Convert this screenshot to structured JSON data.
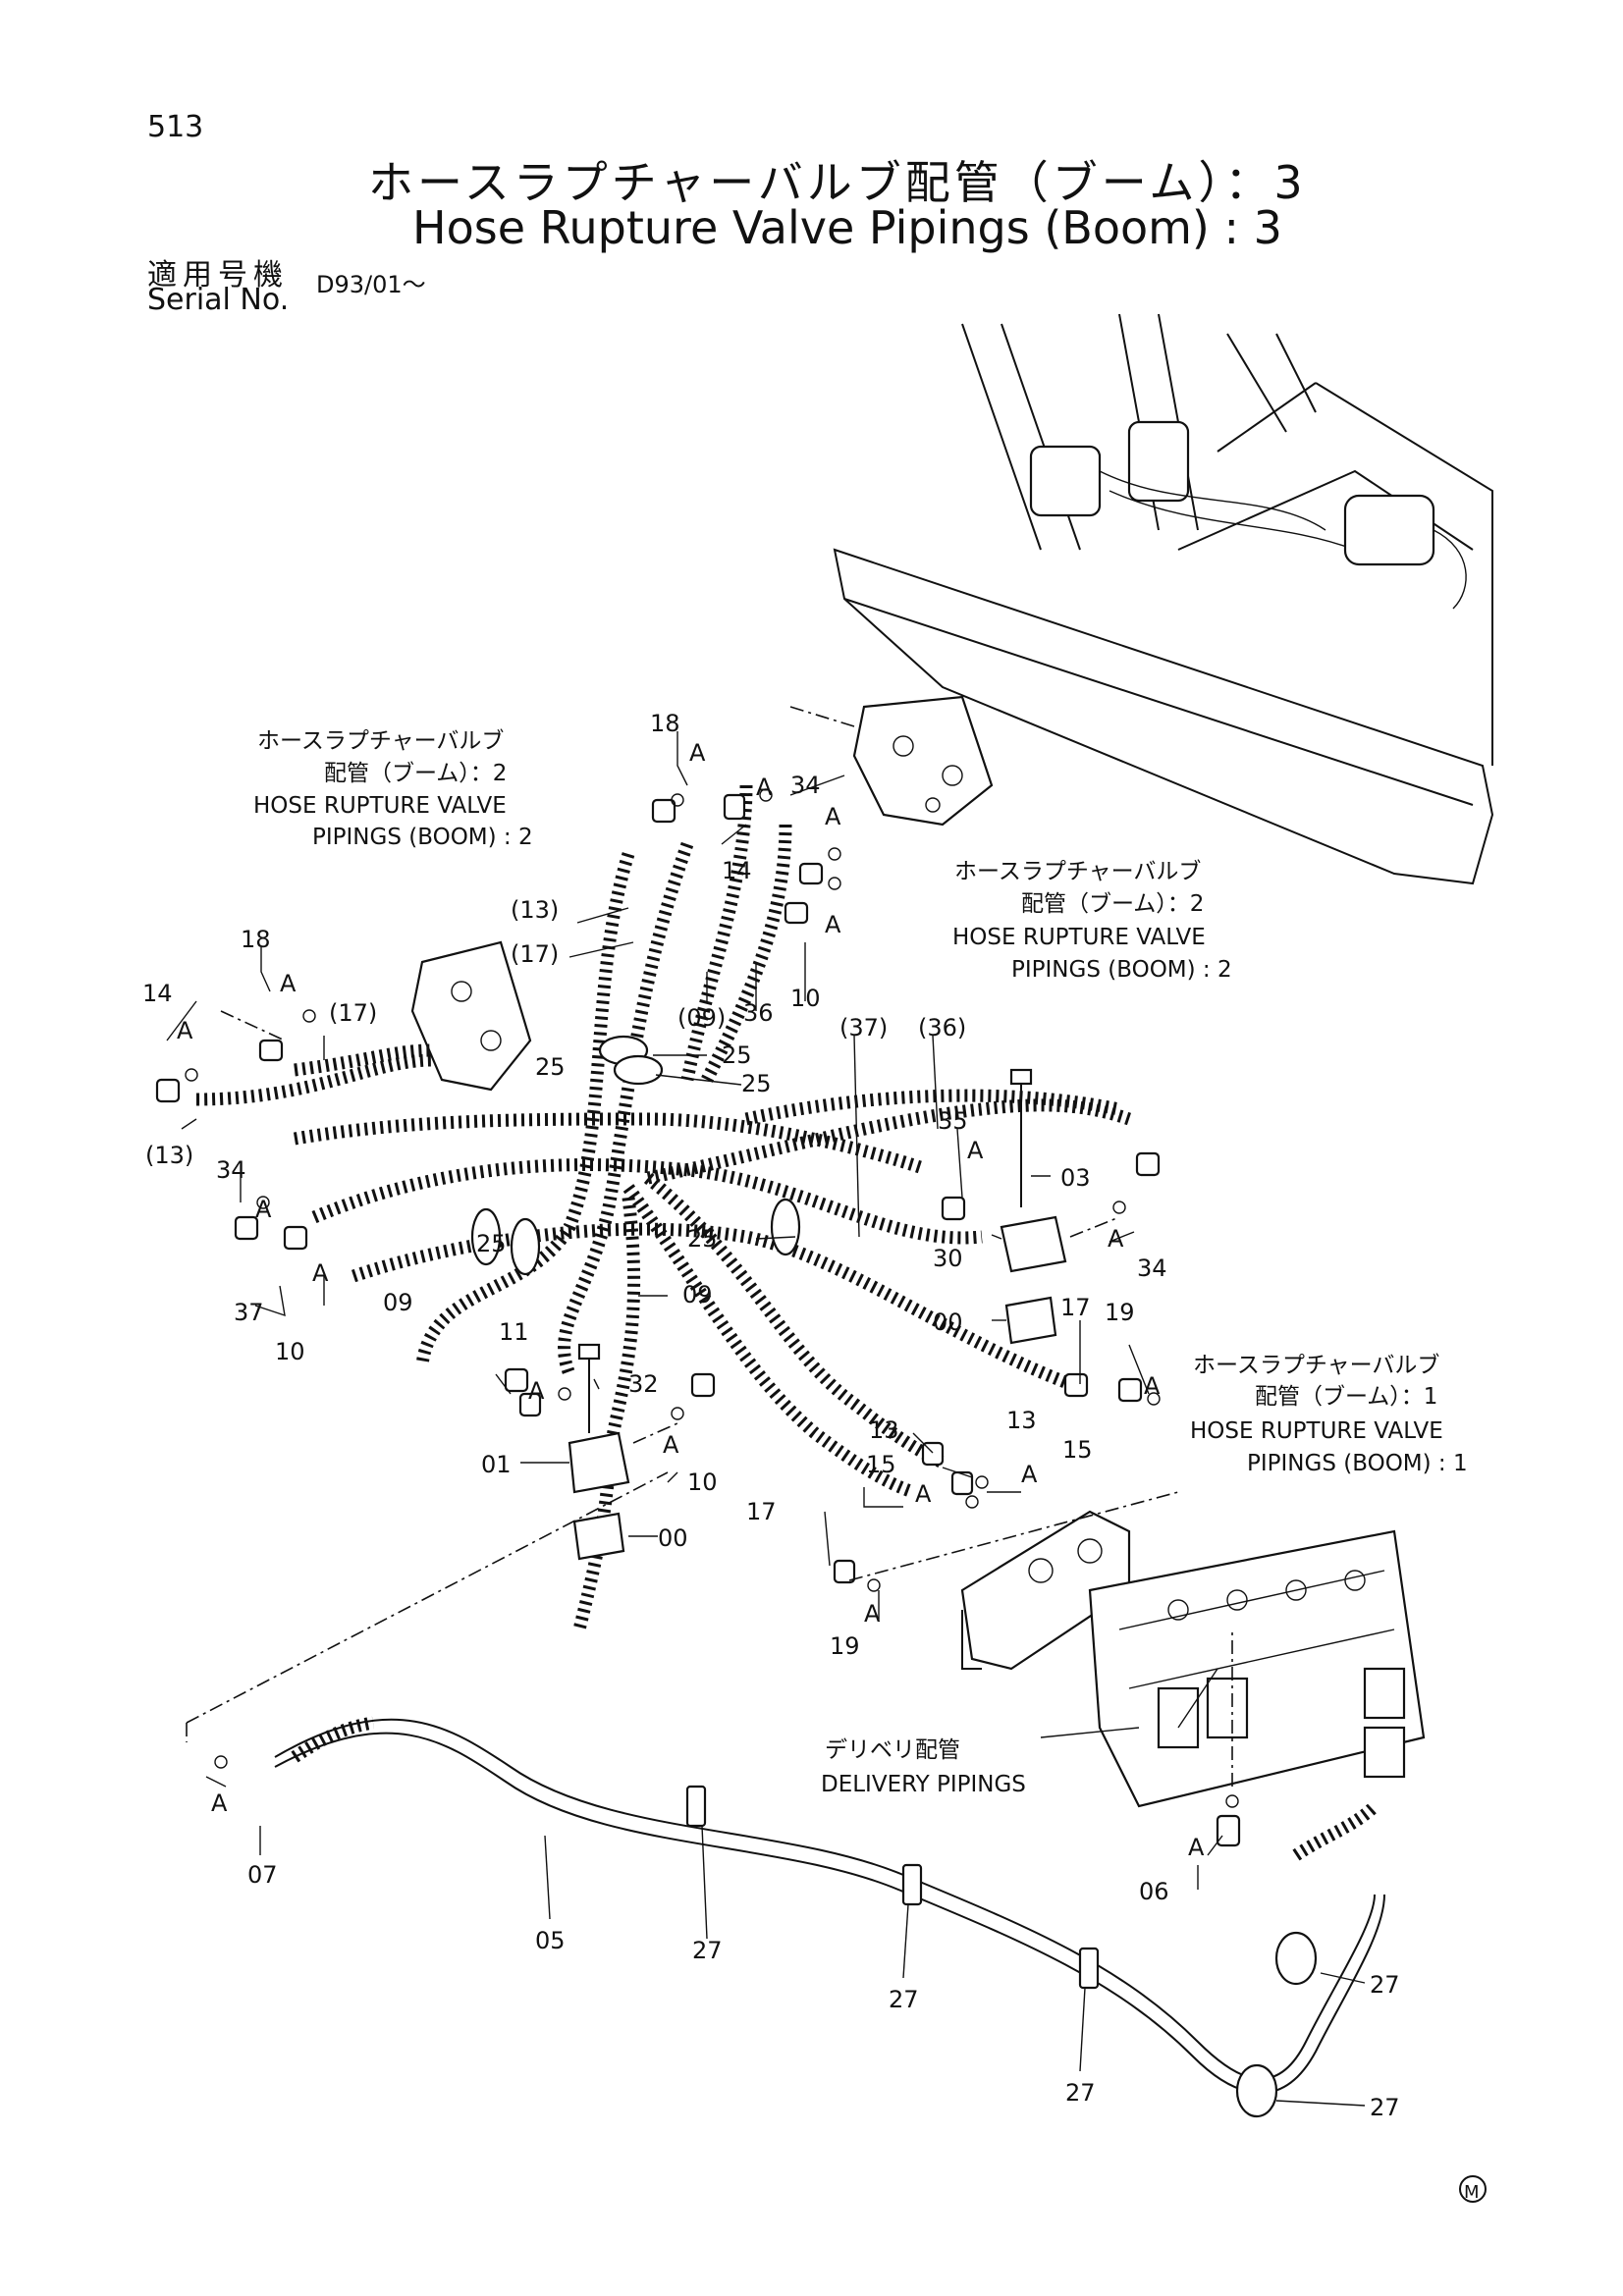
{
  "header": {
    "page_number": "513",
    "title_jp": "ホースラプチャーバルブ配管（ブーム）：3",
    "title_en": "Hose Rupture Valve Pipings (Boom) : 3",
    "serial_label_jp": "適用号機",
    "serial_label_en": "Serial No.",
    "serial_value": "D93/01～"
  },
  "notes": {
    "left_ref_jp1": "ホースラプチャーバルブ",
    "left_ref_jp2": "配管（ブーム）：2",
    "left_ref_en1": "HOSE RUPTURE VALVE",
    "left_ref_en2": "PIPINGS (BOOM) : 2",
    "mid_ref_jp1": "ホースラプチャーバルブ",
    "mid_ref_jp2": "配管（ブーム）：2",
    "mid_ref_en1": "HOSE RUPTURE VALVE",
    "mid_ref_en2": "PIPINGS (BOOM) : 2",
    "right_ref_jp1": "ホースラプチャーバルブ",
    "right_ref_jp2": "配管（ブーム）：1",
    "right_ref_en1": "HOSE RUPTURE VALVE",
    "right_ref_en2": "PIPINGS (BOOM) : 1",
    "delivery_jp": "デリベリ配管",
    "delivery_en": "DELIVERY PIPINGS"
  },
  "callouts": {
    "c18a": "18",
    "c_a1": "A",
    "c_a2": "A",
    "c34a": "34",
    "c_a3": "A",
    "c14a": "14",
    "c_a4": "A",
    "c13p_top": "(13)",
    "c17p_top": "(17)",
    "c09p": "(09)",
    "c36": "36",
    "c10a": "10",
    "c18b": "18",
    "c_a5": "A",
    "c17p_left": "(17)",
    "c14b": "14",
    "c_a6": "A",
    "c13p_left": "(13)",
    "c34b": "34",
    "c_a7": "A",
    "c37": "37",
    "c_a8": "A",
    "c10b": "10",
    "c09a": "09",
    "c25a": "25",
    "c25b": "25",
    "c25c": "25",
    "c25d": "25",
    "c25e": "25",
    "c09b": "09",
    "c37p": "(37)",
    "c36p": "(36)",
    "c35": "35",
    "c_a9": "A",
    "c03": "03",
    "c_a10": "A",
    "c34c": "34",
    "c30": "30",
    "c00a": "00",
    "c17a": "17",
    "c19a": "19",
    "c_a11": "A",
    "c11": "11",
    "c_a12": "A",
    "c32": "32",
    "c01": "01",
    "c_a13": "A",
    "c10c": "10",
    "c00b": "00",
    "c13a": "13",
    "c13b": "13",
    "c15a": "15",
    "c_a14": "A",
    "c_a15": "A",
    "c15b": "15",
    "c17b": "17",
    "c19b": "19",
    "c_a16": "A",
    "c_a17": "A",
    "c07": "07",
    "c05": "05",
    "c27a": "27",
    "c27b": "27",
    "c27c": "27",
    "c27d": "27",
    "c27e": "27",
    "c_a18": "A",
    "c06": "06"
  },
  "footer": {
    "mark": "M"
  }
}
